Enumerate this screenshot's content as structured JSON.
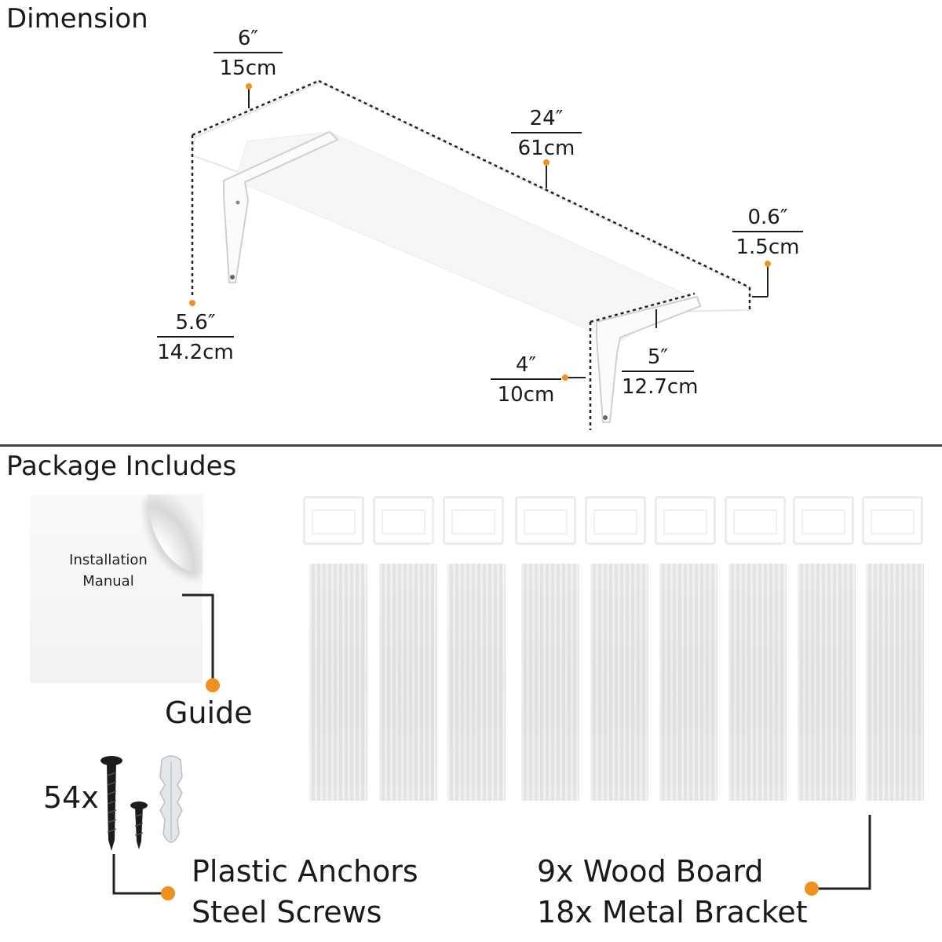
{
  "dimension": {
    "heading": "Dimension",
    "width": {
      "imperial": "6″",
      "metric": "15cm"
    },
    "length": {
      "imperial": "24″",
      "metric": "61cm"
    },
    "thickness": {
      "imperial": "0.6″",
      "metric": "1.5cm"
    },
    "height": {
      "imperial": "5.6″",
      "metric": "14.2cm"
    },
    "bracket_depth": {
      "imperial": "4″",
      "metric": "10cm"
    },
    "bracket_length": {
      "imperial": "5″",
      "metric": "12.7cm"
    }
  },
  "package": {
    "heading": "Package Includes",
    "manual": {
      "line1": "Installation",
      "line2": "Manual"
    },
    "guide_label": "Guide",
    "screw_count": "54x",
    "hardware_line1": "Plastic Anchors",
    "hardware_line2": "Steel Screws",
    "boards_line1": "9x Wood Board",
    "boards_line2": "18x Metal Bracket"
  },
  "colors": {
    "accent_dot": "#f0901e",
    "shelf": "#ffffff",
    "board": "#e6e6e4",
    "text": "#1a1a1a"
  }
}
